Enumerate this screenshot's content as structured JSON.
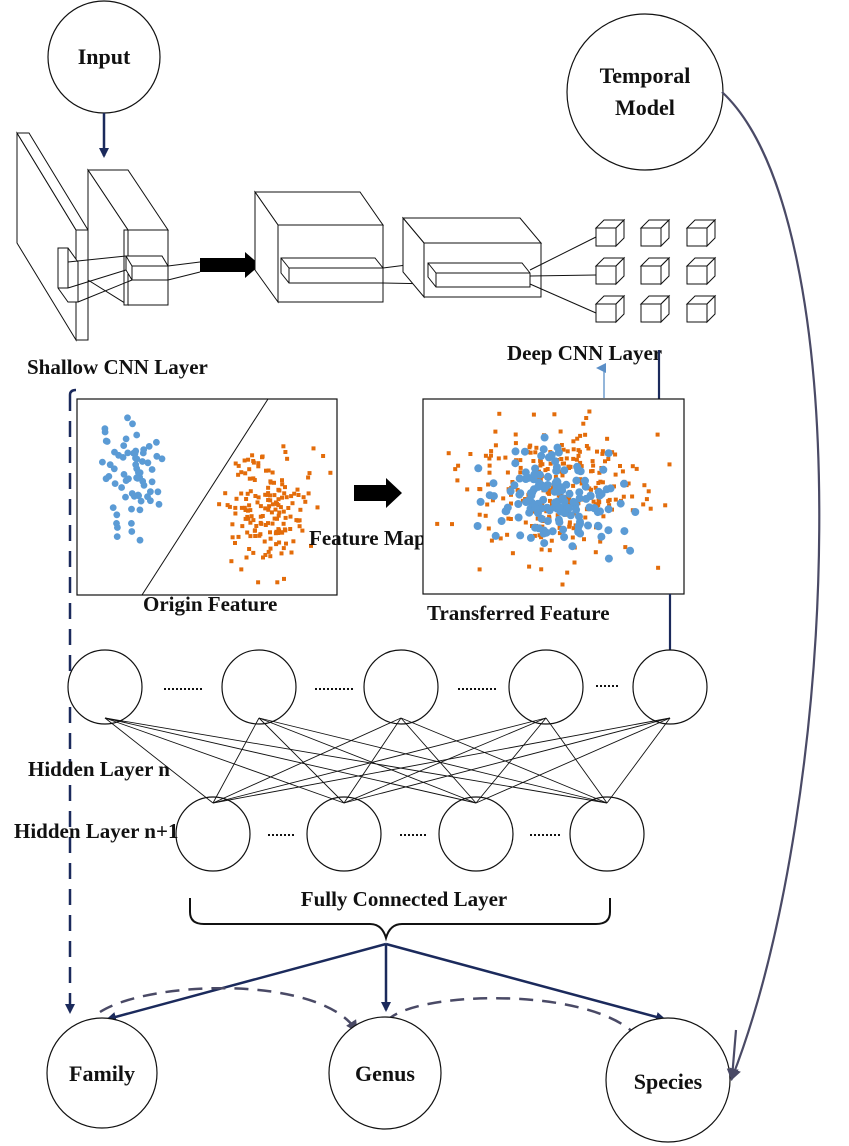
{
  "nodes": {
    "input": "Input",
    "temporal_line1": "Temporal",
    "temporal_line2": "Model",
    "family": "Family",
    "genus": "Genus",
    "species": "Species"
  },
  "labels": {
    "shallow_cnn": "Shallow CNN Layer",
    "deep_cnn": "Deep CNN Layer",
    "origin_feature": "Origin Feature",
    "feature_maping": "Feature Maping",
    "transferred_feature": "Transferred Feature",
    "hidden_n": "Hidden Layer n",
    "hidden_n1": "Hidden Layer n+1",
    "fully_connected": "Fully Connected Layer"
  },
  "colors": {
    "arrow_navy": "#1b2a5c",
    "dashed_gray": "#4a4a66",
    "blue_points": "#5b9bd5",
    "orange_points": "#e36c0a",
    "thin_arrow_blue": "#5b8fc7"
  }
}
